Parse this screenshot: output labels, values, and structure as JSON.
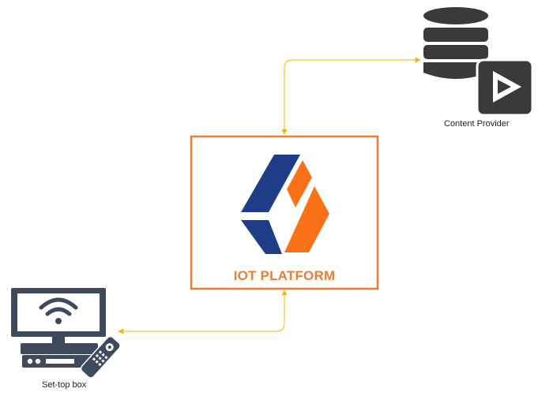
{
  "nodes": {
    "platform": {
      "label": "IOT PLATFORM"
    },
    "content_provider": {
      "label": "Content Provider"
    },
    "set_top_box": {
      "label": "Set-top box"
    }
  },
  "edges": [
    {
      "from": "platform",
      "to": "content_provider",
      "arrowheads": "both"
    },
    {
      "from": "platform",
      "to": "set_top_box",
      "arrowheads": "both"
    }
  ],
  "colors": {
    "platform_border": "#ED7D31",
    "platform_title": "#ED7D31",
    "connector": "#F2B705",
    "logo_blue": "#1F3C88",
    "logo_orange": "#F97316",
    "icon_dark": "#3A3A3A",
    "icon_slate": "#3F4A5C"
  },
  "icons": {
    "content_provider": [
      "database-icon",
      "video-play-icon"
    ],
    "set_top_box": [
      "monitor-icon",
      "wifi-icon",
      "set-top-box-icon",
      "remote-control-icon"
    ],
    "platform": [
      "platform-logo"
    ]
  }
}
